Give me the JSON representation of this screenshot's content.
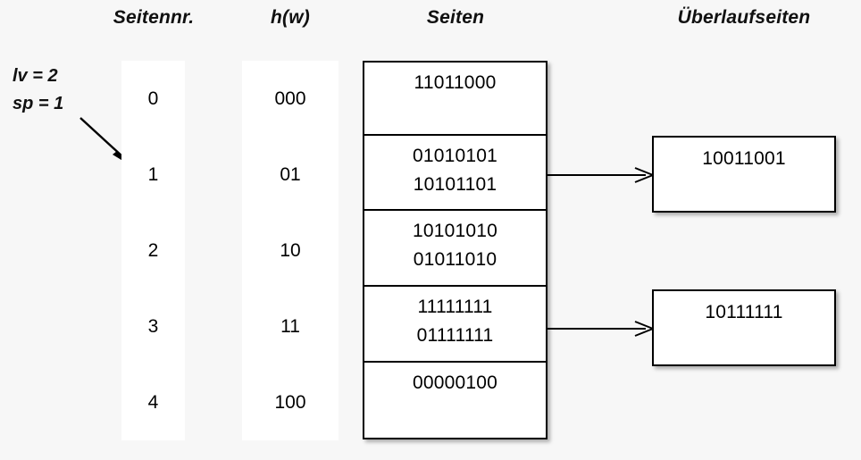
{
  "headers": {
    "seitennr": "Seitennr.",
    "hw": "h(w)",
    "seiten": "Seiten",
    "ueberlaufseiten": "Überlaufseiten"
  },
  "params": {
    "lv": "lv = 2",
    "sp": "sp = 1"
  },
  "colors": {
    "background": "#f7f7f7",
    "strip": "#ffffff",
    "box_fill": "#ffffff",
    "stroke": "#000000",
    "text": "#000000"
  },
  "rows": [
    {
      "seitennr": "0",
      "hw": "000",
      "page_entries": [
        "11011000"
      ],
      "overflow": null
    },
    {
      "seitennr": "1",
      "hw": "01",
      "page_entries": [
        "01010101",
        "10101101"
      ],
      "overflow": "10011001"
    },
    {
      "seitennr": "2",
      "hw": "10",
      "page_entries": [
        "10101010",
        "01011010"
      ],
      "overflow": null
    },
    {
      "seitennr": "3",
      "hw": "11",
      "page_entries": [
        "11111111",
        "01111111"
      ],
      "overflow": "10111111"
    },
    {
      "seitennr": "4",
      "hw": "100",
      "page_entries": [
        "00000100"
      ],
      "overflow": null
    }
  ],
  "overflow_pages": [
    {
      "label": "10011001",
      "from_row": 1
    },
    {
      "label": "10111111",
      "from_row": 3
    }
  ],
  "icons": {
    "sp_pointer": "diagonal-arrow-icon",
    "connector": "right-arrow-icon"
  }
}
